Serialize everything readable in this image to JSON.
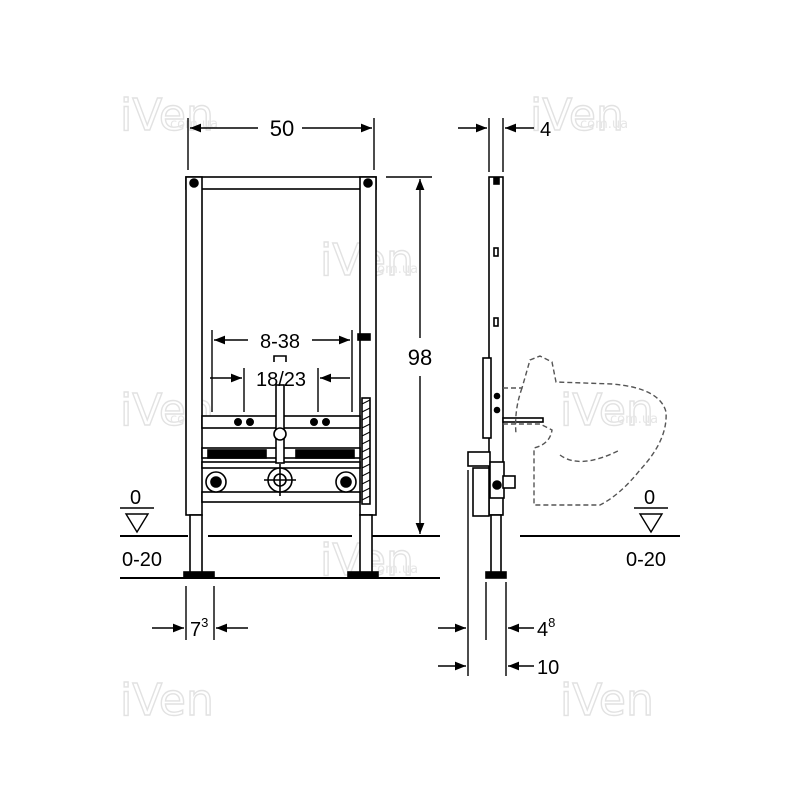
{
  "dimensions": {
    "frame_width": "50",
    "frame_height": "98",
    "connection_spacing": "8-38",
    "connection_center": "18/23",
    "foot_width": "7",
    "foot_width_sup": "3",
    "side_depth_top": "4",
    "side_depth_bottom": "4",
    "side_depth_bottom_sup": "8",
    "side_total_depth": "10",
    "floor_level_left": "0",
    "floor_range_left": "0-20",
    "floor_level_right": "0",
    "floor_range_right": "0-20"
  },
  "watermark": {
    "brand": "iVen",
    "domain": "com.ua"
  },
  "colors": {
    "line": "#000000",
    "hidden_line": "#555555",
    "watermark": "#e2e2e2"
  }
}
